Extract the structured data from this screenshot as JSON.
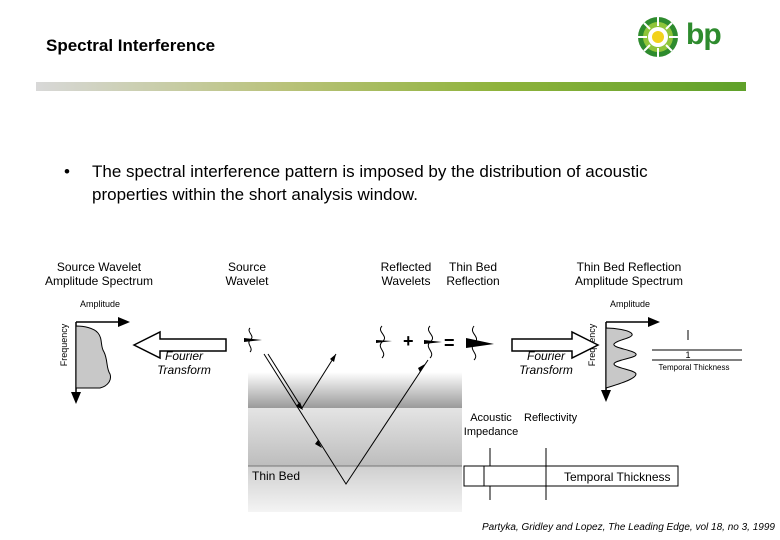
{
  "slide": {
    "title": "Spectral Interference",
    "logo_text": "bp",
    "bullet_symbol": "•",
    "bullet_text": "The spectral interference pattern is imposed by the distribution of acoustic properties within the short analysis window."
  },
  "diagram": {
    "source_spectrum_label": "Source Wavelet Amplitude Spectrum",
    "source_wavelet_label": "Source Wavelet",
    "reflected_wavelets_label": "Reflected Wavelets",
    "thin_bed_reflection_label": "Thin Bed Reflection",
    "thin_bed_spectrum_label": "Thin Bed Reflection Amplitude Spectrum",
    "amplitude_left": "Amplitude",
    "amplitude_right": "Amplitude",
    "frequency_left": "Frequency",
    "frequency_right": "Frequency",
    "fourier_left": "Fourier Transform",
    "fourier_right": "Fourier Transform",
    "plus": "+",
    "equals": "=",
    "one_over": "1",
    "temporal_thickness_small": "Temporal Thickness",
    "acoustic_impedance": "Acoustic Impedance",
    "reflectivity": "Reflectivity",
    "thin_bed": "Thin Bed",
    "temporal_thickness": "Temporal Thickness"
  },
  "citation": "Partyka, Gridley and Lopez, The Leading Edge, vol 18, no 3, 1999",
  "colors": {
    "brand_green": "#2e8b2e",
    "brand_yellow": "#f2d21c",
    "rule_green": "#5fa12a",
    "spectrum_fill": "#c8c8c8"
  }
}
